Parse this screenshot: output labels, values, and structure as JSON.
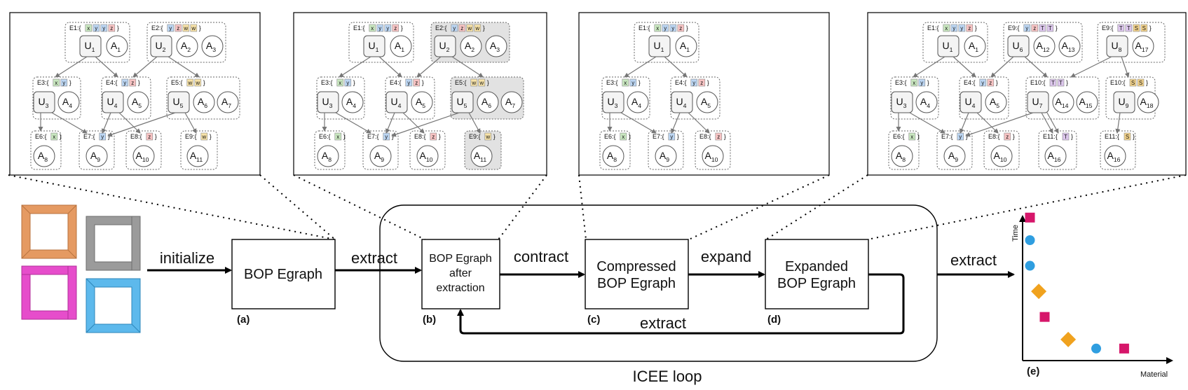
{
  "flow": {
    "initialize": "initialize",
    "extract_1": "extract",
    "extract_2": "extract",
    "extract_back": "extract",
    "extract_final": "extract",
    "contract": "contract",
    "expand": "expand"
  },
  "stages": {
    "a_line1": "BOP Egraph",
    "b_line1": "BOP Egraph",
    "b_line2": "after",
    "b_line3": "extraction",
    "c_line1": "Compressed",
    "c_line2": "BOP Egraph",
    "d_line1": "Expanded",
    "d_line2": "BOP Egraph"
  },
  "panel_labels": {
    "a": "(a)",
    "b": "(b)",
    "c": "(c)",
    "d": "(d)",
    "e": "(e)"
  },
  "loop_label": "ICEE loop",
  "plot": {
    "xlabel": "Material",
    "ylabel": "Time",
    "colors": {
      "square": "#d6166a",
      "circle": "#2f9ee0",
      "diamond": "#f0a21e"
    }
  },
  "chart_data": {
    "type": "scatter",
    "xlabel": "Material",
    "ylabel": "Time",
    "points": [
      {
        "shape": "square",
        "x": 0.05,
        "y": 0.95
      },
      {
        "shape": "circle",
        "x": 0.05,
        "y": 0.8
      },
      {
        "shape": "circle",
        "x": 0.05,
        "y": 0.63
      },
      {
        "shape": "diamond",
        "x": 0.11,
        "y": 0.46
      },
      {
        "shape": "square",
        "x": 0.15,
        "y": 0.29
      },
      {
        "shape": "diamond",
        "x": 0.31,
        "y": 0.14
      },
      {
        "shape": "circle",
        "x": 0.5,
        "y": 0.08
      },
      {
        "shape": "square",
        "x": 0.69,
        "y": 0.08
      }
    ]
  },
  "egraph": {
    "classes": {
      "E1": "E1:{",
      "E2": "E2:{",
      "E3": "E3:{",
      "E4": "E4:{",
      "E5": "E5:{",
      "E6": "E6:{",
      "E7": "E7:{",
      "E8": "E8:{",
      "E9": "E9:{",
      "E10": "E10:{",
      "E11": "E11:{"
    },
    "nodes": {
      "U1": "U1",
      "U2": "U2",
      "U3": "U3",
      "U4": "U4",
      "U5": "U5",
      "U6": "U6",
      "U7": "U7",
      "U8": "U8",
      "U9": "U9",
      "A1": "A1",
      "A2": "A2",
      "A3": "A3",
      "A4": "A4",
      "A5": "A5",
      "A6": "A6",
      "A7": "A7",
      "A8": "A8",
      "A9": "A9",
      "A10": "A10",
      "A11": "A11",
      "A12": "A12",
      "A13": "A13",
      "A14": "A14",
      "A15": "A15",
      "A16": "A16",
      "A17": "A17",
      "A18": "A18"
    },
    "tags": {
      "x": "x",
      "y": "y",
      "z": "z",
      "w": "w",
      "T": "T",
      "S": "S"
    },
    "tag_colors": {
      "x": "#c9e7c0",
      "y": "#bcd6f3",
      "z": "#f7c3c3",
      "w": "#f8e3a8",
      "T": "#dcc6ec",
      "S": "#f6d58d"
    }
  }
}
